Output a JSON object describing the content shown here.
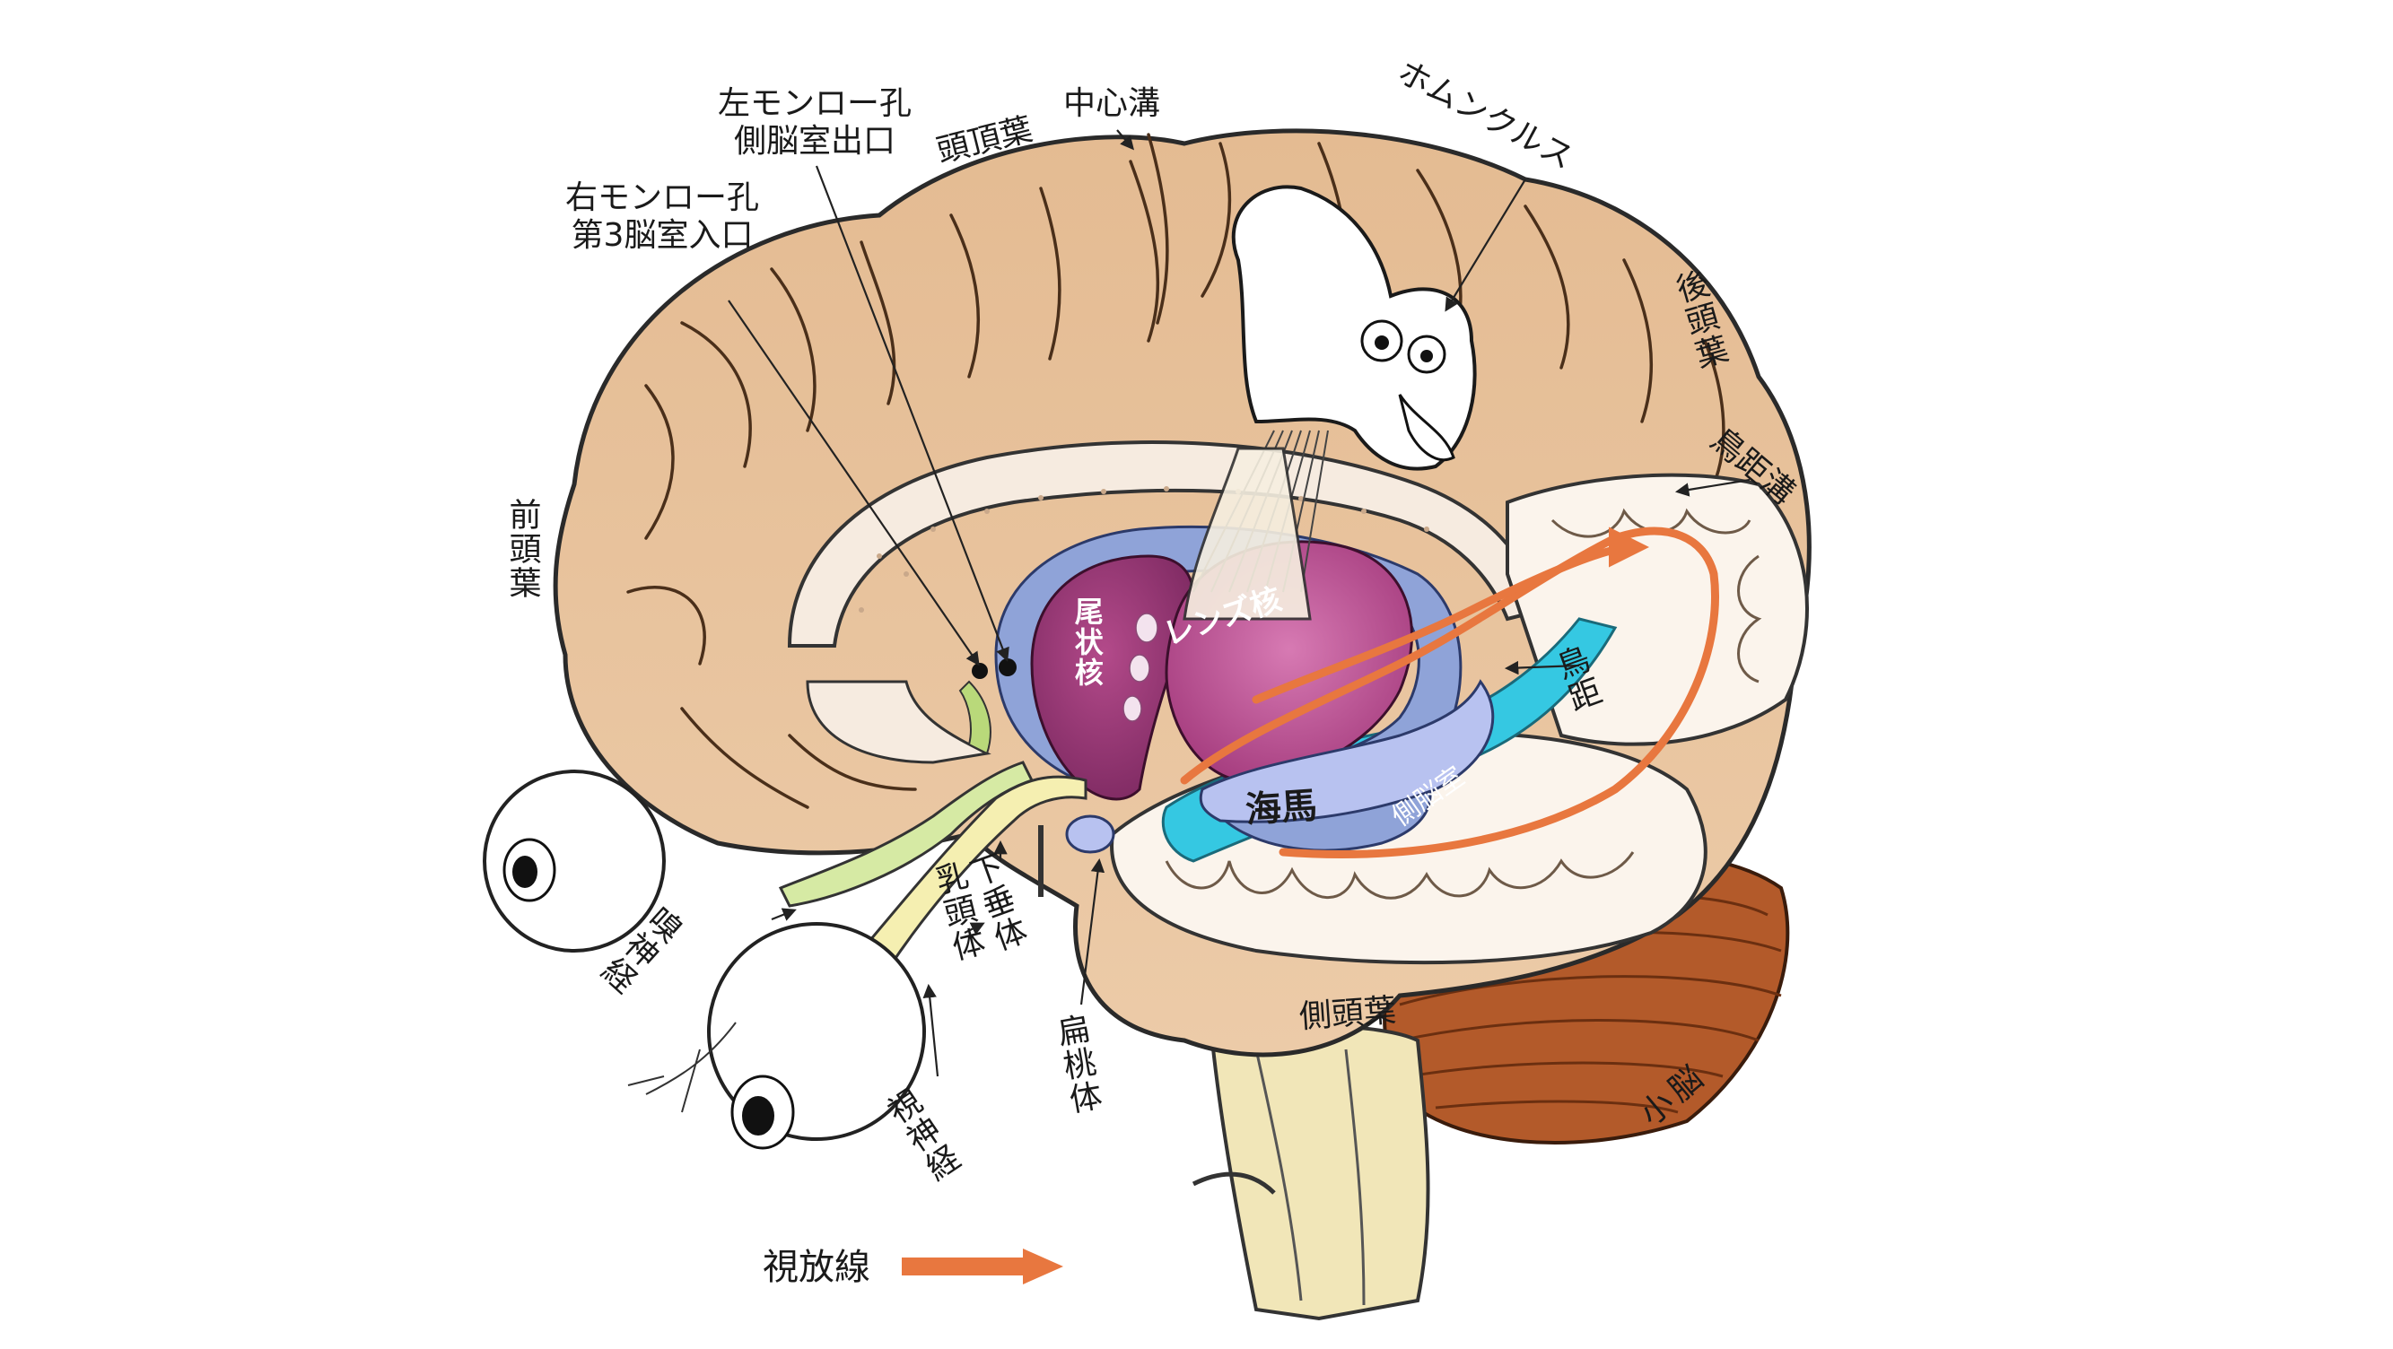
{
  "labels": {
    "left_monro": "左モンロー孔",
    "lateral_ventricle_exit": "側脳室出口",
    "right_monro": "右モンロー孔",
    "third_ventricle_entrance": "第3脳室入口",
    "parietal_lobe": "頭頂葉",
    "central_sulcus": "中心溝",
    "homunculus": "ホムンクルス",
    "occipital_lobe": "後頭葉",
    "calcarine_sulcus": "鳥距溝",
    "frontal_lobe": "前頭葉",
    "caudate_nucleus": "尾状核",
    "lentiform_nucleus": "レンズ核",
    "calcar": "鳥距",
    "hippocampus": "海馬",
    "lateral_ventricle": "側脳室",
    "olfactory_nerve": "嗅神経",
    "pituitary": "下垂体",
    "mammillary_body": "乳頭体",
    "optic_nerve": "視神経",
    "amygdala": "扁桃体",
    "temporal_lobe": "側頭葉",
    "cerebellum": "小脳",
    "optic_radiation": "視放線"
  },
  "colors": {
    "cortex": "#e8c4a0",
    "cortex_dark": "#d8a979",
    "white_matter": "#f6ebe0",
    "ventricle_blue": "#8fa3d8",
    "ventricle_cyan": "#35c8e2",
    "nucleus_purple": "#9c3a78",
    "lentiform_magenta": "#c0559a",
    "optic_radiation": "#e8773f",
    "cerebellum": "#b35a2a",
    "brainstem": "#f1e6b8"
  }
}
